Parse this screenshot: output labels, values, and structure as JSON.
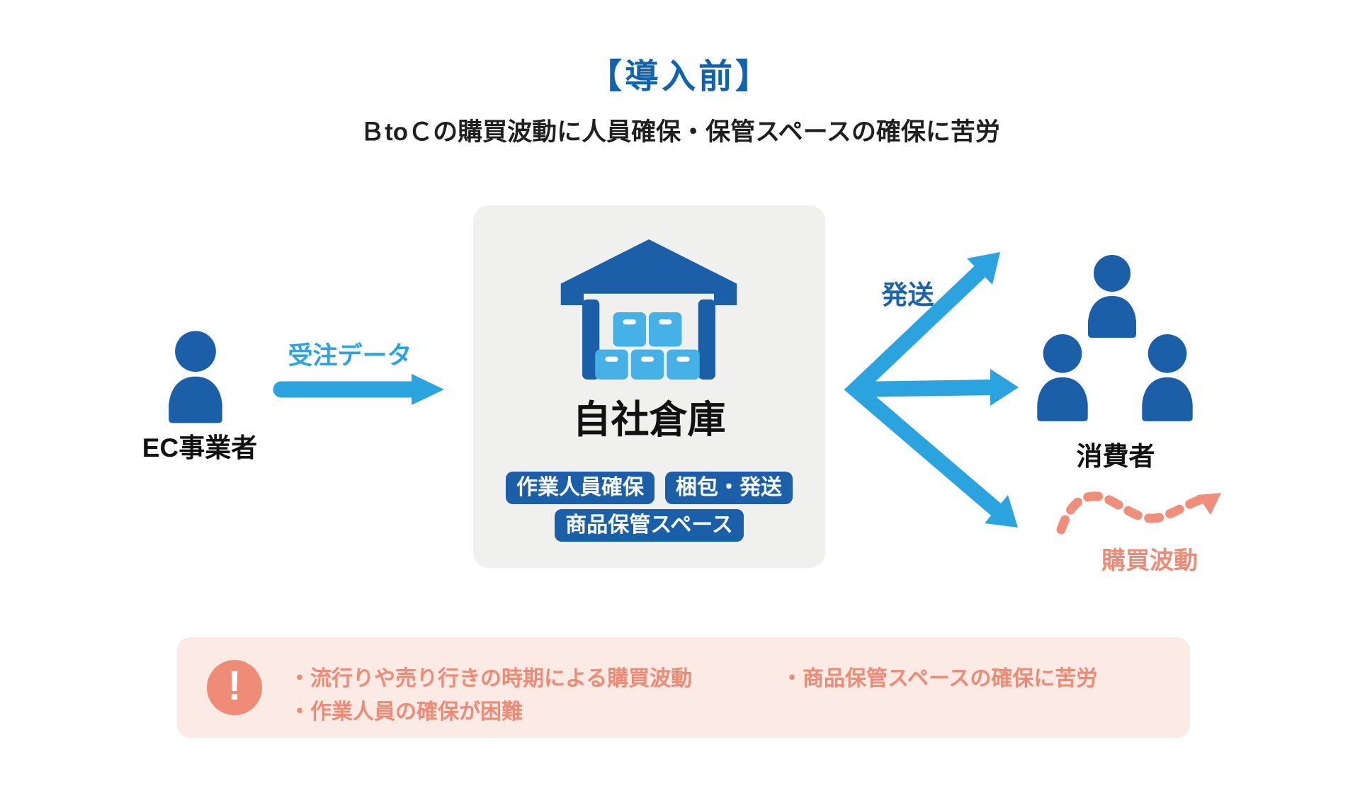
{
  "title": "【導入前】",
  "subtitle": "ＢtoＣの購買波動に人員確保・保管スペースの確保に苦労",
  "colors": {
    "primary_blue": "#1B5FA9",
    "title_blue": "#1063AE",
    "light_blue": "#2BA3DF",
    "box_light_blue": "#45B1E6",
    "coral": "#EE8B77",
    "panel_gray": "#F0F0EF",
    "issues_bg": "#FCEAE4"
  },
  "left": {
    "actor_label": "EC事業者",
    "flow_label": "受注データ"
  },
  "center": {
    "warehouse_label": "自社倉庫",
    "badges": [
      "作業人員確保",
      "梱包・発送",
      "商品保管スペース"
    ]
  },
  "right": {
    "flow_label": "発送",
    "actor_label": "消費者",
    "wave_label": "購買波動"
  },
  "issues": {
    "alert_glyph": "!",
    "items": [
      "・流行りや売り行きの時期による購買波動",
      "・作業人員の確保が困難",
      "・商品保管スペースの確保に苦労"
    ]
  }
}
